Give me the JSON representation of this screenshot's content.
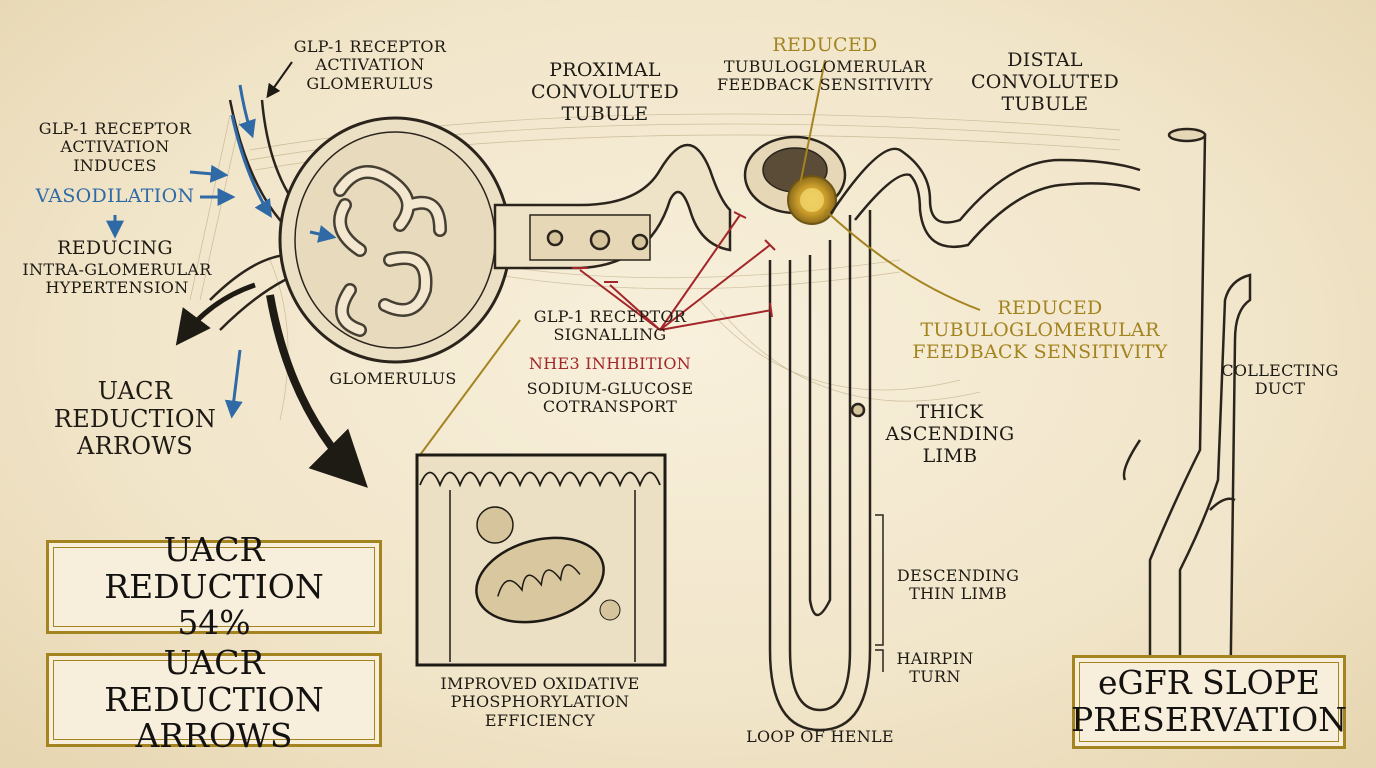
{
  "labels": {
    "glp1_glomerulus": [
      "GLP-1 RECEPTOR",
      "ACTIVATION",
      "GLOMERULUS"
    ],
    "glp1_induces": [
      "GLP-1 RECEPTOR",
      "ACTIVATION",
      "INDUCES"
    ],
    "vasodilation": "VASODILATION",
    "reducing": "REDUCING",
    "intra_glomerular": [
      "INTRA-GLOMERULAR",
      "HYPERTENSION"
    ],
    "uacr_arrows": [
      "UACR",
      "REDUCTION",
      "ARROWS"
    ],
    "glomerulus": "GLOMERULUS",
    "proximal": [
      "PROXIMAL",
      "CONVOLUTED",
      "TUBULE"
    ],
    "reduced_top": "REDUCED",
    "tgf_top": [
      "TUBULOGLOMERULAR",
      "FEEDBACK SENSITIVITY"
    ],
    "distal": [
      "DISTAL",
      "CONVOLUTED",
      "TUBULE"
    ],
    "glp1_signalling": [
      "GLP-1 RECEPTOR",
      "SIGNALLING"
    ],
    "nhe3": "NHE3 INHIBITION",
    "sglt": [
      "SODIUM-GLUCOSE",
      "COTRANSPORT"
    ],
    "reduced_right": "REDUCED",
    "tgf_right": [
      "TUBULOGLOMERULAR",
      "FEEDBACK SENSITIVITY"
    ],
    "collecting": [
      "COLLECTING",
      "DUCT"
    ],
    "thick": [
      "THICK",
      "ASCENDING",
      "LIMB"
    ],
    "descending": [
      "DESCENDING",
      "THIN LIMB"
    ],
    "hairpin": [
      "HAIRPIN",
      "TURN"
    ],
    "loop": "LOOP OF HENLE",
    "oxphos": [
      "IMPROVED OXIDATIVE",
      "PHOSPHORYLATION",
      "EFFICIENCY"
    ]
  },
  "boxes": {
    "uacr_54": [
      "UACR REDUCTION",
      "54%"
    ],
    "uacr_arrows_box": [
      "UACR REDUCTION",
      "ARROWS"
    ],
    "egfr": [
      "eGFR SLOPE",
      "PRESERVATION"
    ]
  },
  "colors": {
    "ink": "#1e1a14",
    "blue": "#2f6aa6",
    "red": "#a3262a",
    "gold": "#a48420",
    "parchment": "#f3e8cf"
  }
}
